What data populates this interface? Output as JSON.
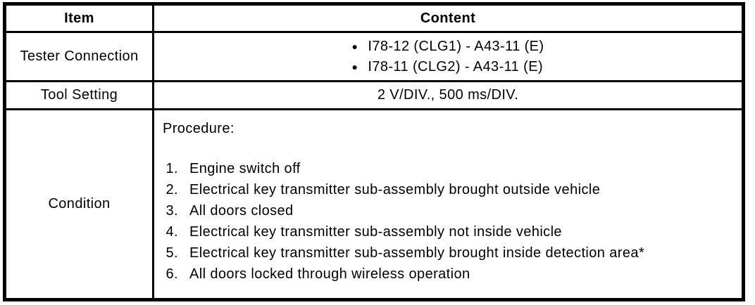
{
  "header": {
    "item": "Item",
    "content": "Content"
  },
  "tester_connection": {
    "label": "Tester Connection",
    "bullet_char": "●",
    "bullets": [
      "I78-12 (CLG1) - A43-11 (E)",
      "I78-11 (CLG2) - A43-11 (E)"
    ]
  },
  "tool_setting": {
    "label": "Tool Setting",
    "value": "2 V/DIV., 500 ms/DIV."
  },
  "condition": {
    "label": "Condition",
    "procedure_label": "Procedure:",
    "steps": [
      {
        "num": "1.",
        "text": "Engine switch off"
      },
      {
        "num": "2.",
        "text": "Electrical key transmitter sub-assembly brought outside vehicle"
      },
      {
        "num": "3.",
        "text": "All doors closed"
      },
      {
        "num": "4.",
        "text": "Electrical key transmitter sub-assembly not inside vehicle"
      },
      {
        "num": "5.",
        "text": "Electrical key transmitter sub-assembly brought inside detection area*"
      },
      {
        "num": "6.",
        "text": "All doors locked through wireless operation"
      }
    ]
  },
  "colors": {
    "border": "#000000",
    "background": "#ffffff",
    "text": "#000000"
  }
}
